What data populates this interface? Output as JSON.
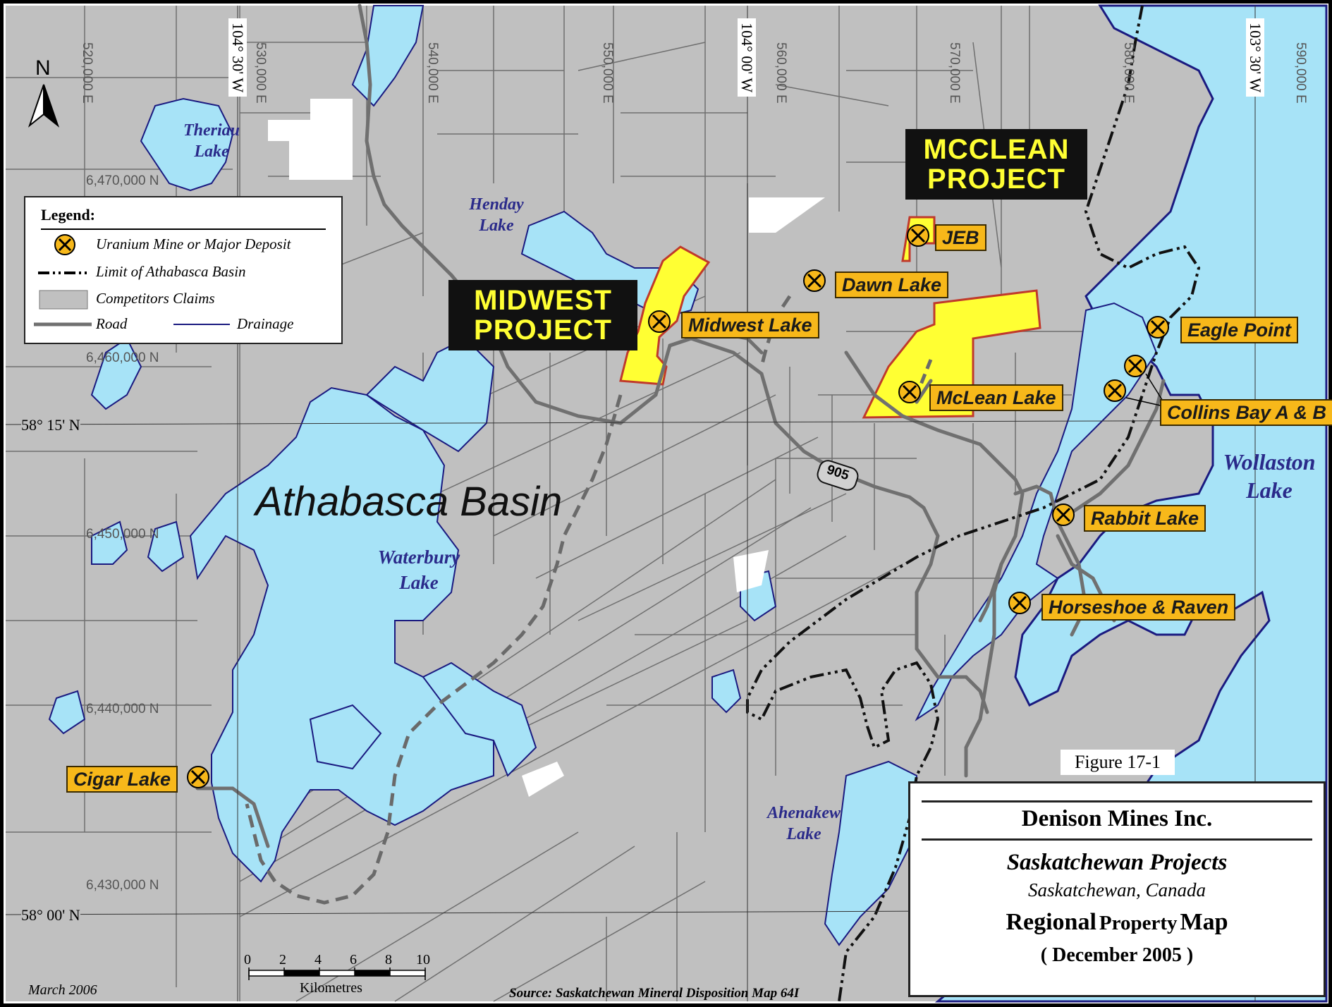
{
  "map": {
    "region_label": "Athabasca Basin",
    "projects": [
      {
        "name_line1": "MIDWEST",
        "name_line2": "PROJECT"
      },
      {
        "name_line1": "MCCLEAN",
        "name_line2": "PROJECT"
      }
    ],
    "deposits": [
      "JEB",
      "Dawn Lake",
      "Midwest Lake",
      "McLean Lake",
      "Eagle Point",
      "Collins Bay A & B",
      "Rabbit Lake",
      "Horseshoe & Raven",
      "Cigar Lake"
    ],
    "lakes": {
      "theriau_1": "Theriau",
      "theriau_2": "Lake",
      "henday_1": "Henday",
      "henday_2": "Lake",
      "waterbury_1": "Waterbury",
      "waterbury_2": "Lake",
      "ahenakew_1": "Ahenakew",
      "ahenakew_2": "Lake",
      "wollaston_1": "Wollaston",
      "wollaston_2": "Lake"
    },
    "road_shield": "905",
    "eastings": [
      "520,000 E",
      "530,000 E",
      "540,000 E",
      "550,000 E",
      "560,000 E",
      "570,000 E",
      "580,000 E",
      "590,000 E"
    ],
    "longitudes": [
      "104° 30' W",
      "104° 00' W",
      "103° 30' W"
    ],
    "northings": [
      "6,470,000 N",
      "6,460,000 N",
      "6,450,000 N",
      "6,440,000 N",
      "6,430,000 N"
    ],
    "latitudes": [
      "58° 15' N",
      "58° 00' N"
    ],
    "north_arrow": "N",
    "colors": {
      "claims": "#c0c0c0",
      "water": "#a7e3f7",
      "project": "#ffff33",
      "deposit": "#f7b81a",
      "road": "#707070",
      "drainage": "#1a1a80"
    }
  },
  "legend": {
    "title": "Legend:",
    "deposit": "Uranium Mine or Major Deposit",
    "basin_limit": "Limit of Athabasca Basin",
    "claims": "Competitors Claims",
    "road": "Road",
    "drainage": "Drainage"
  },
  "scale": {
    "ticks": [
      "0",
      "2",
      "4",
      "6",
      "8",
      "10"
    ],
    "unit": "Kilometres"
  },
  "date_note": "March 2006",
  "source": "Source: Saskatchewan Mineral Disposition Map 64I",
  "figure": "Figure 17-1",
  "title_block": {
    "company": "Denison Mines Inc.",
    "project": "Saskatchewan Projects",
    "location": "Saskatchewan, Canada",
    "map_title_a": "Regional",
    "map_title_b": "Property",
    "map_title_c": "Map",
    "date": "( December 2005 )"
  }
}
